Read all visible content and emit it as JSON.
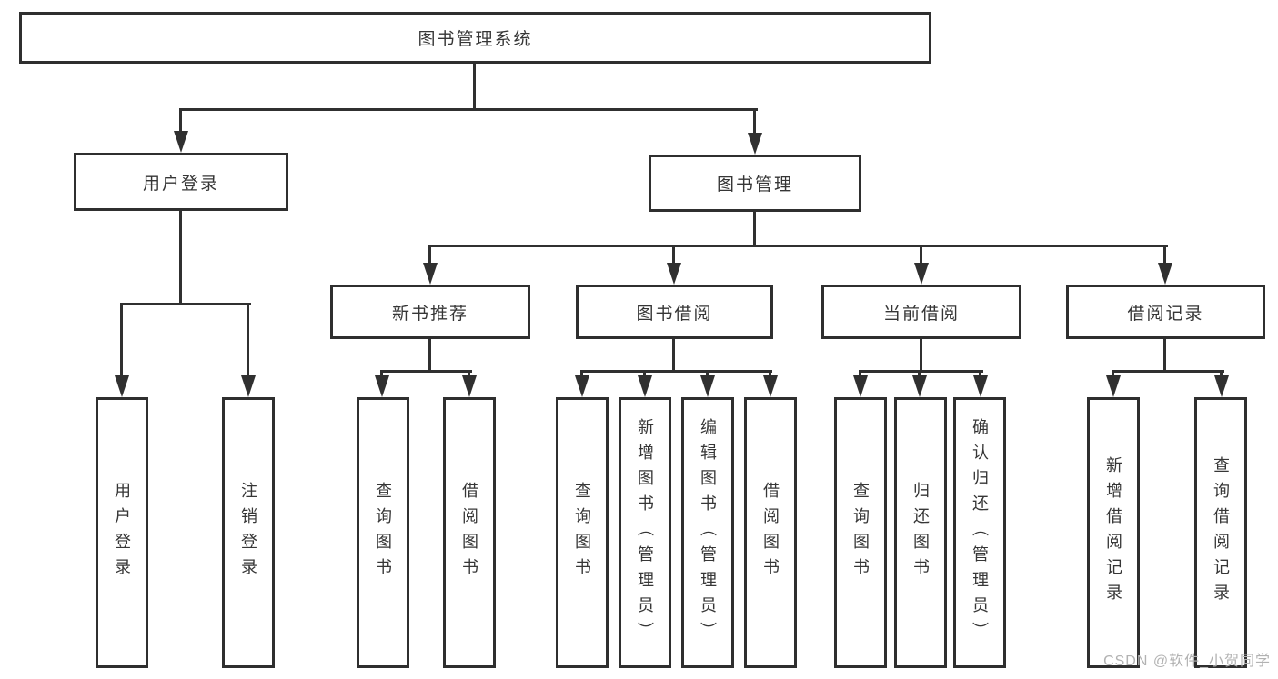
{
  "diagram": {
    "type": "hierarchy-tree",
    "colors": {
      "line": "#303030",
      "box_border": "#2f2f2f",
      "text": "#363636",
      "background": "#ffffff",
      "watermark": "#b2b2b2"
    }
  },
  "tree": {
    "label": "图书管理系统",
    "children": [
      {
        "label": "用户登录",
        "children": [
          {
            "label": "用户登录"
          },
          {
            "label": "注销登录"
          }
        ]
      },
      {
        "label": "图书管理",
        "children": [
          {
            "label": "新书推荐",
            "children": [
              {
                "label": "查询图书"
              },
              {
                "label": "借阅图书"
              }
            ]
          },
          {
            "label": "图书借阅",
            "children": [
              {
                "label": "查询图书"
              },
              {
                "label": "新增图书（管理员）"
              },
              {
                "label": "编辑图书（管理员）"
              },
              {
                "label": "借阅图书"
              }
            ]
          },
          {
            "label": "当前借阅",
            "children": [
              {
                "label": "查询图书"
              },
              {
                "label": "归还图书"
              },
              {
                "label": "确认归还（管理员）"
              }
            ]
          },
          {
            "label": "借阅记录",
            "children": [
              {
                "label": "新增借阅记录"
              },
              {
                "label": "查询借阅记录"
              }
            ]
          }
        ]
      }
    ]
  },
  "watermark": {
    "text": "CSDN @软件_小贺同学"
  }
}
